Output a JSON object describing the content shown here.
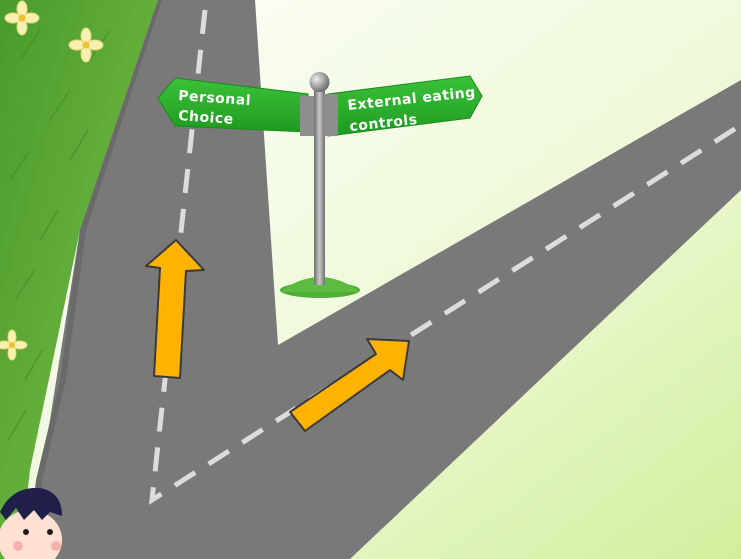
{
  "signpost": {
    "left_sign": {
      "line1": "Personal",
      "line2": "Choice"
    },
    "right_sign": {
      "line1": "External eating",
      "line2": "controls"
    }
  },
  "colors": {
    "road": "#777777",
    "lane_marking": "#dcdcdc",
    "grass": "#5fae3a",
    "sign_green": "#29a828",
    "arrow": "#ffb300",
    "sky_top": "#ffffff",
    "sky_bottom": "#d8f0a8"
  },
  "icons": [
    "flower-icon",
    "arrow-up-icon",
    "arrow-up-right-icon",
    "child-character-icon"
  ]
}
